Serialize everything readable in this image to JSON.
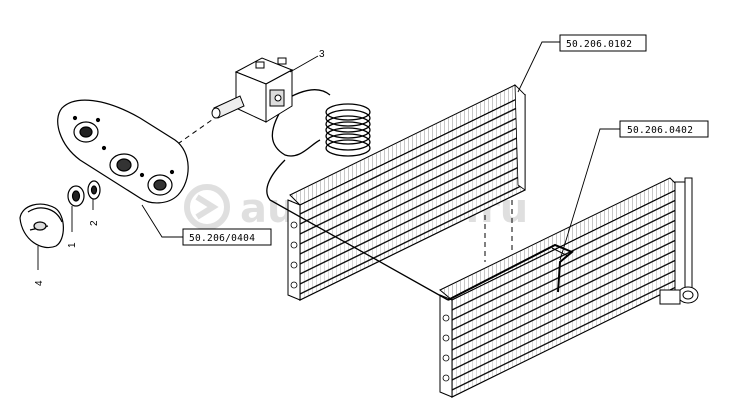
{
  "diagram": {
    "references": {
      "ref_top": "50.206.0102",
      "ref_right": "50.206.0402",
      "ref_left": "50.206/0404"
    },
    "part_numbers": {
      "p1": "1",
      "p2": "2",
      "p3": "3",
      "p4": "4"
    },
    "watermark": "autoexper.ru"
  }
}
